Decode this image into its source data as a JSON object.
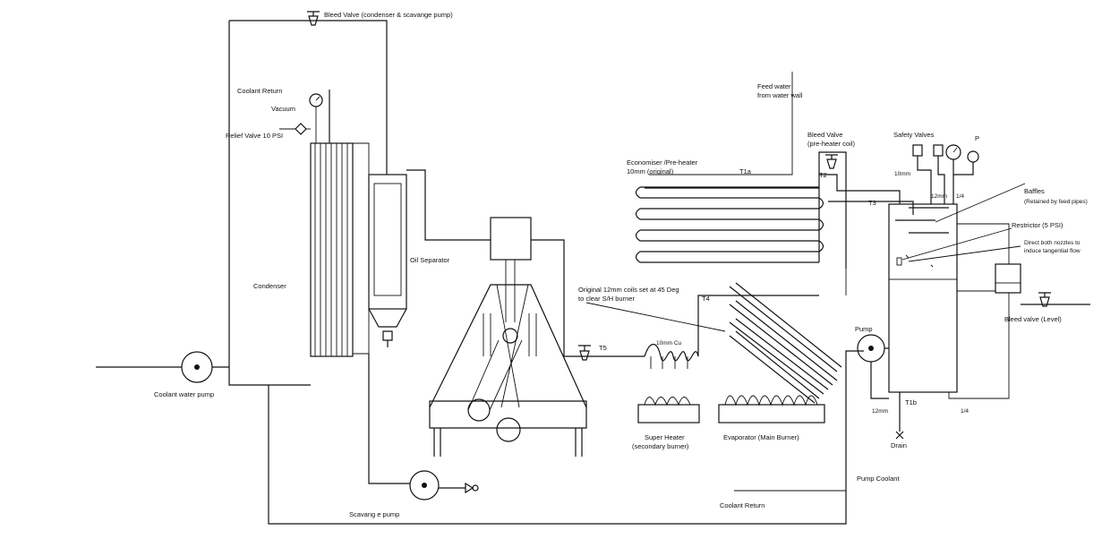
{
  "diagram": {
    "labels": {
      "bleed_valve_condenser": "Bleed Valve (condenser & scavange pump)",
      "coolant_return_top": "Coolant Return",
      "vacuum": "Vacuum",
      "relief_valve": "Relief Valve 10 PSI",
      "condenser": "Condenser",
      "oil_separator": "Oil Separator",
      "coolant_water_pump": "Coolant water pump",
      "scavenge_pump": "Scavang e pump",
      "economiser_line1": "Economiser /Pre-heater",
      "economiser_line2": "10mm (original)",
      "t1a": "T1a",
      "feed_water_line1": "Feed water",
      "feed_water_line2": "from water wall",
      "bleed_valve_preheater_line1": "Bleed Valve",
      "bleed_valve_preheater_line2": "(pre-heater coil)",
      "t2": "T2",
      "t3": "T3",
      "t4": "T4",
      "t5": "T5",
      "original_coils_line1": "Original 12mm coils set at 45 Deg",
      "original_coils_line2": "to clear S/H burner",
      "cu_10mm": "10mm Cu",
      "super_heater_line1": "Super Heater",
      "super_heater_line2": "(secondary burner)",
      "evaporator": "Evaporator (Main Burner)",
      "safety_valves": "Safety Valves",
      "p": "P",
      "tenmm": "10mm",
      "twelvemm_top": "12mm",
      "quarter_top": "1/4",
      "baffles_line1": "Baffles",
      "baffles_line2": "(Retained by feed pipes)",
      "restrictor": "Restrictor (5 PSI)",
      "nozzles_line1": "Direct both nozzles to",
      "nozzles_line2": "induce tangential flow",
      "bleed_valve_level": "Bleed valve (Level)",
      "pump": "Pump",
      "t1b": "T1b",
      "twelvemm_bottom": "12mm",
      "quarter_bottom": "1/4",
      "drain": "Drain",
      "pump_coolant": "Pump Coolant",
      "coolant_return_bottom": "Coolant Return"
    }
  }
}
